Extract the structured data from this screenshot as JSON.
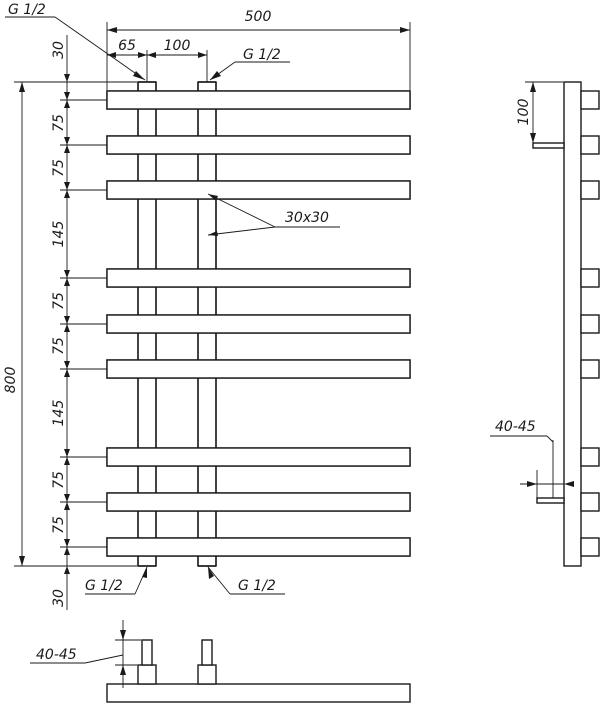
{
  "front_view": {
    "width_total": "500",
    "offset_left": "65",
    "pipe_spacing": "100",
    "height_total": "800",
    "top_gap": "30",
    "bottom_gap": "30",
    "spacings": [
      "75",
      "75",
      "145",
      "75",
      "75",
      "145",
      "75",
      "75"
    ],
    "section_label": "30x30",
    "thread_labels": {
      "top_left": "G 1/2",
      "top_right": "G 1/2",
      "bottom_left": "G 1/2",
      "bottom_right": "G 1/2"
    }
  },
  "side_view": {
    "top_offset": "100",
    "wall_gap": "40-45"
  },
  "bottom_view": {
    "wall_gap": "40-45"
  }
}
